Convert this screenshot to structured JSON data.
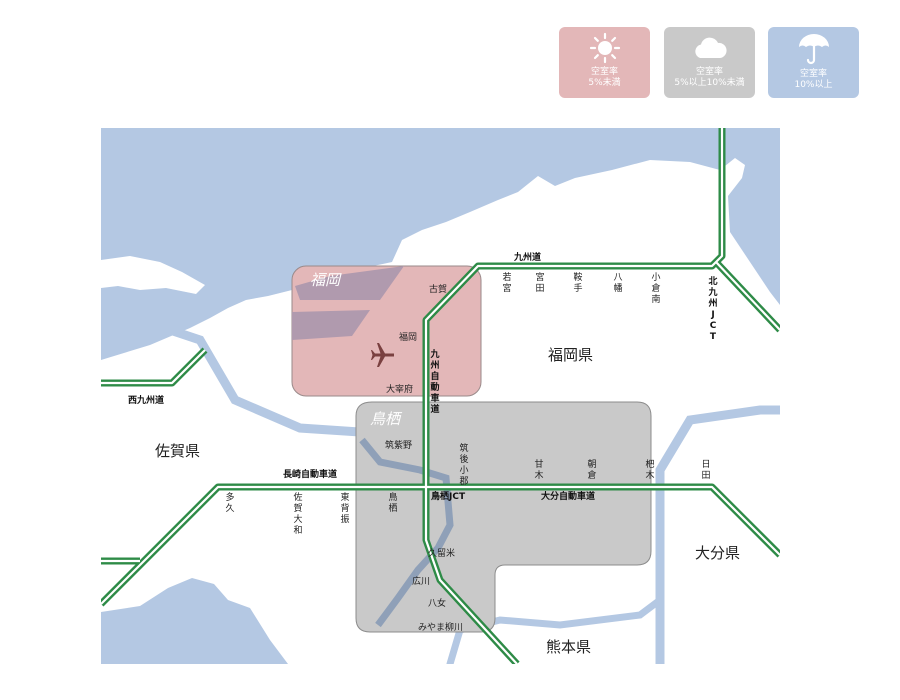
{
  "legend": [
    {
      "icon": "sun-icon",
      "line1": "空室率",
      "line2": "5%未満",
      "color": "#e3b7b8"
    },
    {
      "icon": "cloud-icon",
      "line1": "空室率",
      "line2": "5%以上10%未満",
      "color": "#c9c9c9"
    },
    {
      "icon": "umbrella-icon",
      "line1": "空室率",
      "line2": "10%以上",
      "color": "#b4c8e3"
    }
  ],
  "areas": {
    "fukuoka": {
      "name": "福岡",
      "color": "#e3b7b8"
    },
    "tosu": {
      "name": "鳥栖",
      "color": "#c9c9c9"
    }
  },
  "prefectures": {
    "fukuoka": "福岡県",
    "saga": "佐賀県",
    "oita": "大分県",
    "kumamoto": "熊本県"
  },
  "roads": {
    "kyushu_do": "九州道",
    "kyushu_expressway": "九州自動車道",
    "nishi_kyushu": "西九州道",
    "nagasaki": "長崎自動車道",
    "oita": "大分自動車道"
  },
  "places": {
    "koga": "古賀",
    "fukuoka": "福岡",
    "dazaifu": "大宰府",
    "chikushino": "筑紫野",
    "kurume": "久留米",
    "hirokawa": "広川",
    "yame": "八女",
    "miyama": "みやま柳川",
    "tosu": "鳥栖",
    "tosu_jct": "鳥栖JCT"
  },
  "vertical_ics": {
    "wakamiya": "若宮",
    "miyata": "宮田",
    "kurate": "鞍手",
    "yahata": "八幡",
    "kokuraminami": "小倉南",
    "kitakyushu_jct": "北九州JCT",
    "chikugo_ogori": "筑後小郡",
    "amagi": "甘木",
    "asakura": "朝倉",
    "haki": "杷木",
    "hita": "日田",
    "taku": "多久",
    "saga_yamato": "佐賀大和",
    "higashisefuri": "東背振",
    "tosu_ic": "鳥栖"
  },
  "colors": {
    "sea": "#b4c8e3",
    "land": "#ffffff",
    "road_green": "#2e8b47",
    "airport": "#7a4040"
  }
}
